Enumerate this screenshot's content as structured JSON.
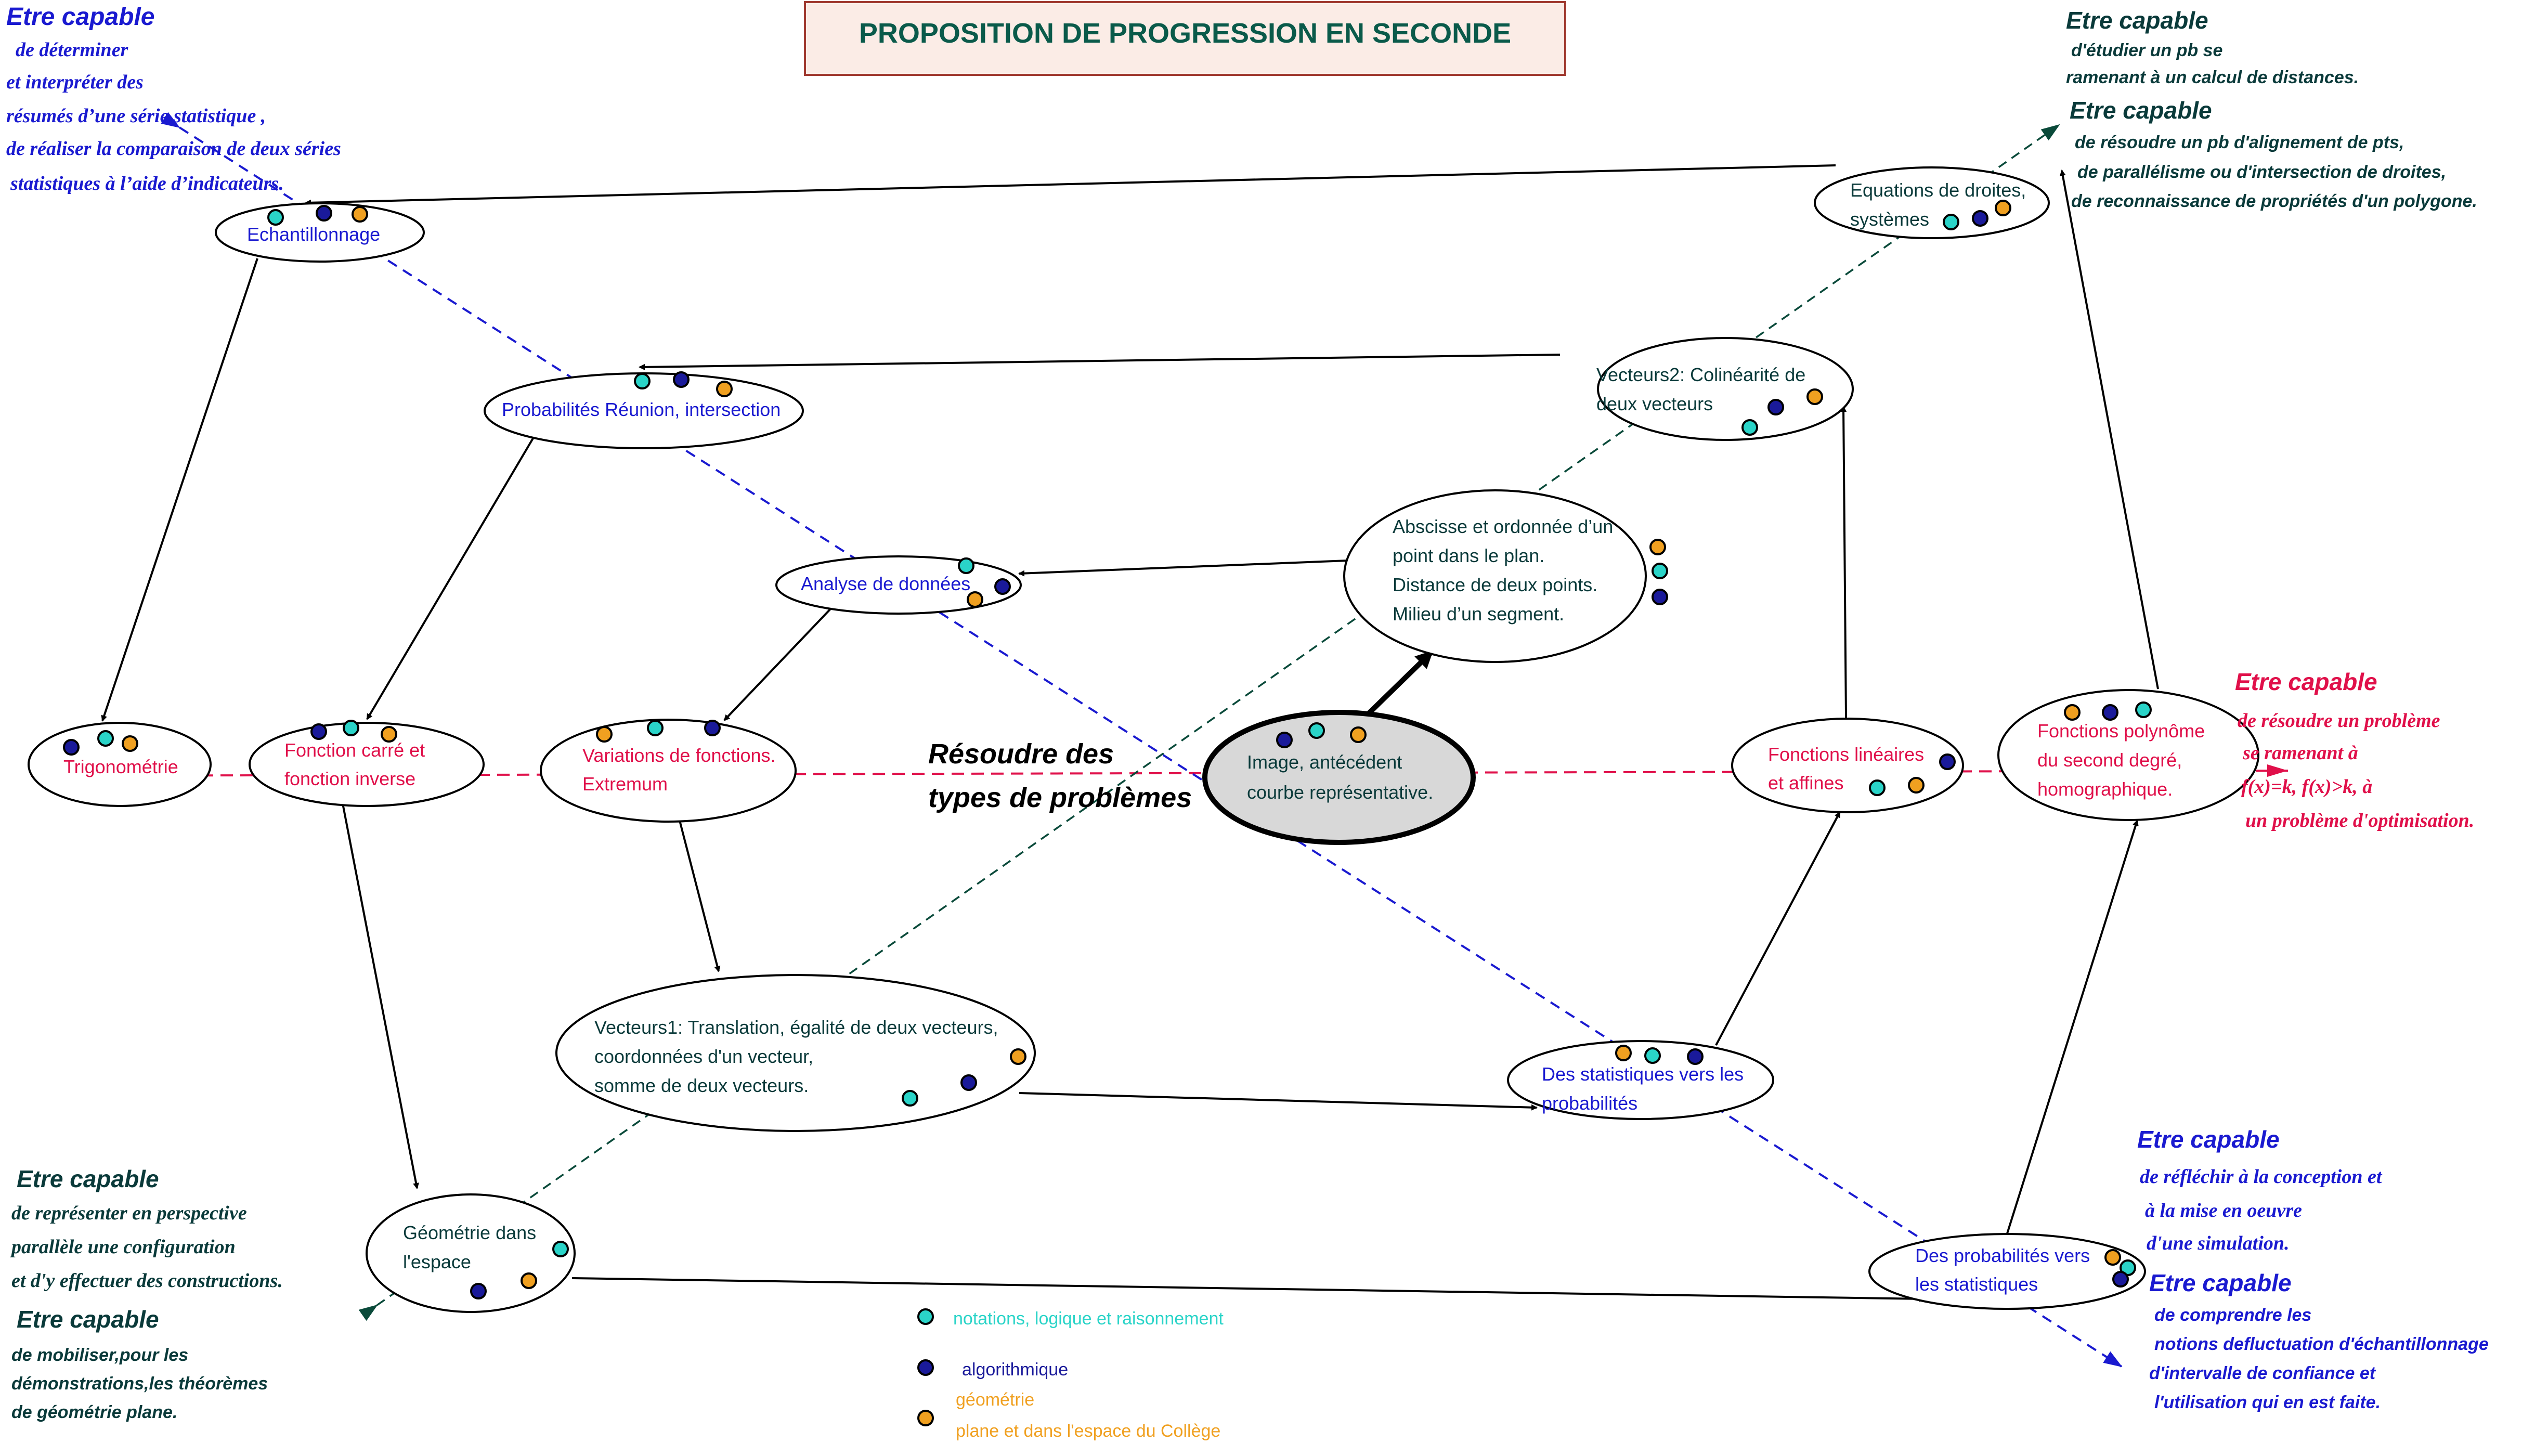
{
  "title": "PROPOSITION DE PROGRESSION EN SECONDE",
  "center_label": [
    "Résoudre des",
    "types de problèmes"
  ],
  "colors": {
    "notations": "#2ad4c8",
    "algorithmique": "#1a1a9a",
    "geometrie": "#f0a020",
    "blue_text": "#1a1ad0",
    "red_text": "#e0104a",
    "dark_text": "#0a3a3a",
    "title_bg": "#fbece6",
    "title_border": "#a03a30",
    "title_text": "#0a5a4a"
  },
  "nodes": [
    {
      "id": "echantillonnage",
      "lines": [
        "Echantillonnage"
      ],
      "color": "blue"
    },
    {
      "id": "probabilites",
      "lines": [
        "Probabilités Réunion, intersection"
      ],
      "color": "blue"
    },
    {
      "id": "analyse",
      "lines": [
        "Analyse de données"
      ],
      "color": "blue"
    },
    {
      "id": "trigonometrie",
      "lines": [
        "Trigonométrie"
      ],
      "color": "red"
    },
    {
      "id": "fonction-carre",
      "lines": [
        "Fonction carré et",
        "fonction inverse"
      ],
      "color": "red"
    },
    {
      "id": "variations",
      "lines": [
        "Variations de fonctions.",
        "Extremum"
      ],
      "color": "red"
    },
    {
      "id": "image",
      "lines": [
        "Image, antécédent",
        "courbe représentative."
      ],
      "color": "dark"
    },
    {
      "id": "abscisse",
      "lines": [
        "Abscisse et ordonnée d’un",
        "point dans le plan.",
        "Distance de deux points.",
        "Milieu d’un segment."
      ],
      "color": "dark"
    },
    {
      "id": "vecteurs2",
      "lines": [
        "Vecteurs2: Colinéarité de",
        "deux vecteurs"
      ],
      "color": "dark"
    },
    {
      "id": "equations",
      "lines": [
        "Equations de droites,",
        "systèmes"
      ],
      "color": "dark"
    },
    {
      "id": "fonctions-lineaires",
      "lines": [
        "Fonctions linéaires",
        "et affines"
      ],
      "color": "red"
    },
    {
      "id": "fonctions-polynome",
      "lines": [
        "Fonctions polynôme",
        "du second degré,",
        "homographique."
      ],
      "color": "red"
    },
    {
      "id": "vecteurs1",
      "lines": [
        "Vecteurs1: Translation, égalité de deux vecteurs,",
        "coordonnées d'un vecteur,",
        "somme de deux vecteurs."
      ],
      "color": "dark"
    },
    {
      "id": "stat-proba",
      "lines": [
        "Des statistiques vers les",
        "probabilités"
      ],
      "color": "blue"
    },
    {
      "id": "geometrie-espace",
      "lines": [
        "Géométrie dans",
        "l'espace"
      ],
      "color": "dark"
    },
    {
      "id": "proba-stat",
      "lines": [
        "Des probabilités vers",
        "les statistiques"
      ],
      "color": "blue"
    }
  ],
  "capabilities": [
    {
      "id": "cap-stats",
      "color": "blue",
      "heading": "Etre capable",
      "lines": [
        "de déterminer",
        "et interpréter des",
        "résumés d’une série statistique ,",
        "de réaliser la comparaison de deux séries",
        "statistiques à l’aide d’indicateurs."
      ]
    },
    {
      "id": "cap-distances",
      "color": "dark",
      "heading": "Etre capable",
      "lines": [
        "d'étudier un pb se",
        "ramenant à un calcul de distances."
      ]
    },
    {
      "id": "cap-alignement",
      "color": "dark",
      "heading": "Etre capable",
      "lines": [
        "de résoudre un pb d'alignement de pts,",
        "de parallélisme ou d'intersection de droites,",
        "de reconnaissance de propriétés d'un polygone."
      ]
    },
    {
      "id": "cap-probleme",
      "color": "red",
      "heading": "Etre capable",
      "lines": [
        "de résoudre un problème",
        "se ramenant à",
        "f(x)=k, f(x)>k, à",
        "un problème d'optimisation."
      ]
    },
    {
      "id": "cap-perspective",
      "color": "dark",
      "heading": "Etre capable",
      "lines": [
        "de représenter en perspective",
        "parallèle une configuration",
        "et d'y effectuer des constructions."
      ]
    },
    {
      "id": "cap-geometrie-plane",
      "color": "dark",
      "heading": "Etre capable",
      "lines": [
        "de mobiliser,pour les",
        "démonstrations,les théorèmes",
        "de géométrie plane."
      ]
    },
    {
      "id": "cap-simulation",
      "color": "blue",
      "heading": "Etre capable",
      "lines": [
        "de réfléchir à la conception et",
        "à la mise en oeuvre",
        "d'une simulation."
      ]
    },
    {
      "id": "cap-fluctuation",
      "color": "blue",
      "heading": "Etre capable",
      "lines": [
        "de comprendre les",
        "notions defluctuation d'échantillonnage",
        "d'intervalle de confiance et",
        "l'utilisation qui en est faite."
      ]
    }
  ],
  "legend": [
    {
      "key": "notations",
      "lines": [
        "notations, logique et raisonnement"
      ]
    },
    {
      "key": "algorithmique",
      "lines": [
        "algorithmique"
      ]
    },
    {
      "key": "geometrie",
      "lines": [
        "géométrie",
        "plane et dans l'espace du Collège"
      ]
    }
  ]
}
